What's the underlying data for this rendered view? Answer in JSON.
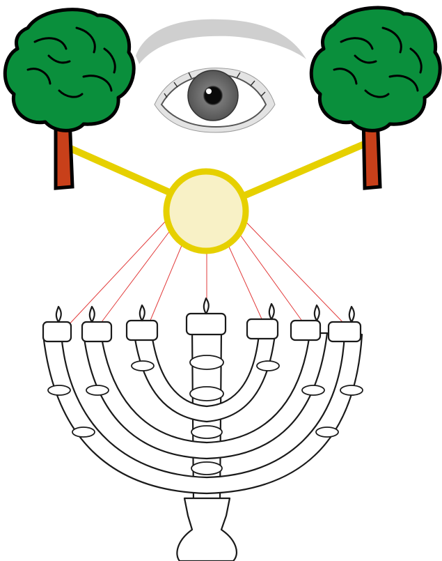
{
  "diagram": {
    "elements": [
      {
        "name": "tree-left",
        "kind": "tree"
      },
      {
        "name": "eye",
        "kind": "eye"
      },
      {
        "name": "tree-right",
        "kind": "tree"
      },
      {
        "name": "central-light-circle",
        "kind": "circle"
      },
      {
        "name": "menorah",
        "kind": "lampstand",
        "lamps": 7
      }
    ],
    "connections": [
      {
        "from": "tree-left",
        "to": "central-light-circle",
        "style": "thick-yellow"
      },
      {
        "from": "tree-right",
        "to": "central-light-circle",
        "style": "thick-yellow"
      },
      {
        "from": "central-light-circle",
        "to": "menorah-lamps",
        "style": "thin-red",
        "count": 7
      }
    ],
    "colors": {
      "tree_foliage": "#0a8f3c",
      "tree_trunk": "#c8401a",
      "outline": "#000000",
      "connector_yellow": "#e6d000",
      "circle_fill": "#f8f1c6",
      "ray_red": "#e23b3b",
      "iris": "#666666",
      "eyebrow": "#c8c8c8"
    }
  }
}
